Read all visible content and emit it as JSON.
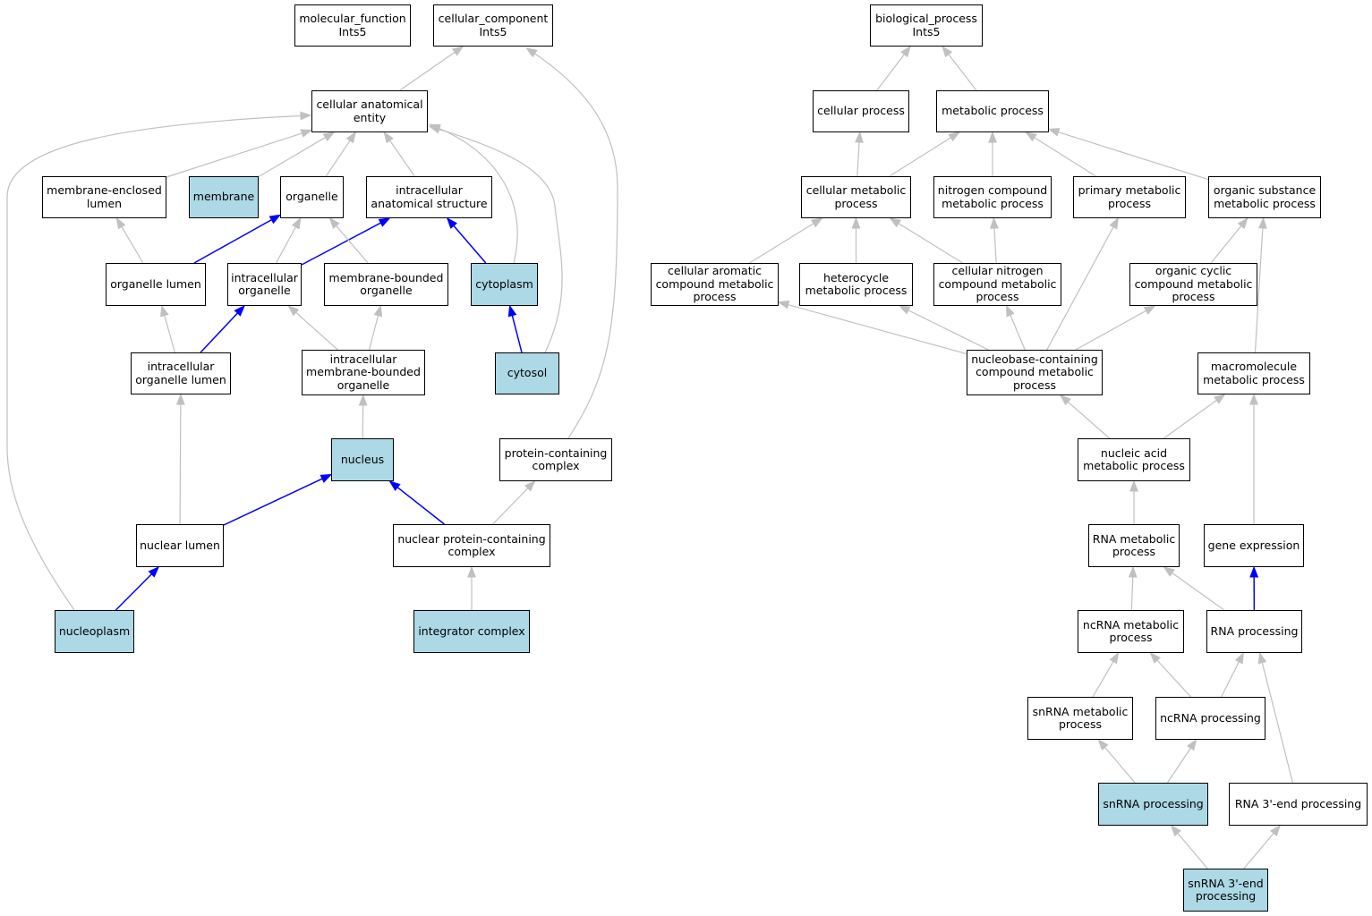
{
  "colors": {
    "highlight_fill": "#add8e6",
    "edge_gray": "#c0c0c0",
    "edge_blue": "#0000ff",
    "border": "#000000"
  },
  "nodes": {
    "molecular_function": [
      "molecular_function",
      "Ints5"
    ],
    "cellular_component": [
      "cellular_component",
      "Ints5"
    ],
    "biological_process": [
      "biological_process",
      "Ints5"
    ],
    "cellular_anatomical_entity": [
      "cellular anatomical",
      "entity"
    ],
    "membrane_enclosed_lumen": [
      "membrane-enclosed",
      "lumen"
    ],
    "membrane": [
      "membrane"
    ],
    "organelle": [
      "organelle"
    ],
    "intracellular_anatomical_structure": [
      "intracellular",
      "anatomical structure"
    ],
    "organelle_lumen": [
      "organelle lumen"
    ],
    "intracellular_organelle": [
      "intracellular",
      "organelle"
    ],
    "membrane_bounded_organelle": [
      "membrane-bounded",
      "organelle"
    ],
    "cytoplasm": [
      "cytoplasm"
    ],
    "intracellular_organelle_lumen": [
      "intracellular",
      "organelle lumen"
    ],
    "intracellular_membrane_bounded_organelle": [
      "intracellular",
      "membrane-bounded",
      "organelle"
    ],
    "cytosol": [
      "cytosol"
    ],
    "nucleus": [
      "nucleus"
    ],
    "protein_containing_complex": [
      "protein-containing",
      "complex"
    ],
    "nuclear_lumen": [
      "nuclear lumen"
    ],
    "nuclear_protein_containing_complex": [
      "nuclear protein-containing",
      "complex"
    ],
    "nucleoplasm": [
      "nucleoplasm"
    ],
    "integrator_complex": [
      "integrator complex"
    ],
    "cellular_process": [
      "cellular process"
    ],
    "metabolic_process": [
      "metabolic process"
    ],
    "cellular_metabolic_process": [
      "cellular metabolic",
      "process"
    ],
    "nitrogen_compound_metabolic_process": [
      "nitrogen compound",
      "metabolic process"
    ],
    "primary_metabolic_process": [
      "primary metabolic",
      "process"
    ],
    "organic_substance_metabolic_process": [
      "organic substance",
      "metabolic process"
    ],
    "cellular_aromatic_compound_metabolic_process": [
      "cellular aromatic",
      "compound metabolic",
      "process"
    ],
    "heterocycle_metabolic_process": [
      "heterocycle",
      "metabolic process"
    ],
    "cellular_nitrogen_compound_metabolic_process": [
      "cellular nitrogen",
      "compound metabolic",
      "process"
    ],
    "organic_cyclic_compound_metabolic_process": [
      "organic cyclic",
      "compound metabolic",
      "process"
    ],
    "nucleobase_containing_compound_metabolic_process": [
      "nucleobase-containing",
      "compound metabolic",
      "process"
    ],
    "macromolecule_metabolic_process": [
      "macromolecule",
      "metabolic process"
    ],
    "nucleic_acid_metabolic_process": [
      "nucleic acid",
      "metabolic process"
    ],
    "rna_metabolic_process": [
      "RNA metabolic",
      "process"
    ],
    "gene_expression": [
      "gene expression"
    ],
    "ncrna_metabolic_process": [
      "ncRNA metabolic",
      "process"
    ],
    "rna_processing": [
      "RNA processing"
    ],
    "snrna_metabolic_process": [
      "snRNA metabolic",
      "process"
    ],
    "ncrna_processing": [
      "ncRNA processing"
    ],
    "snrna_processing": [
      "snRNA processing"
    ],
    "rna_3_end_processing": [
      "RNA 3'-end processing"
    ],
    "snrna_3_end_processing": [
      "snRNA 3'-end",
      "processing"
    ]
  },
  "highlighted": [
    "membrane",
    "cytoplasm",
    "cytosol",
    "nucleus",
    "nucleoplasm",
    "integrator_complex",
    "snrna_processing",
    "snrna_3_end_processing"
  ],
  "edges": [
    [
      "cellular_anatomical_entity",
      "cellular_component",
      "gray"
    ],
    [
      "protein_containing_complex",
      "cellular_component",
      "gray"
    ],
    [
      "membrane_enclosed_lumen",
      "cellular_anatomical_entity",
      "gray"
    ],
    [
      "membrane",
      "cellular_anatomical_entity",
      "gray"
    ],
    [
      "organelle",
      "cellular_anatomical_entity",
      "gray"
    ],
    [
      "intracellular_anatomical_structure",
      "cellular_anatomical_entity",
      "gray"
    ],
    [
      "cytoplasm",
      "cellular_anatomical_entity",
      "gray"
    ],
    [
      "cytosol",
      "cellular_anatomical_entity",
      "gray"
    ],
    [
      "nucleoplasm",
      "cellular_anatomical_entity",
      "gray"
    ],
    [
      "organelle_lumen",
      "membrane_enclosed_lumen",
      "gray"
    ],
    [
      "organelle_lumen",
      "organelle",
      "blue"
    ],
    [
      "intracellular_organelle",
      "organelle",
      "gray"
    ],
    [
      "intracellular_organelle",
      "intracellular_anatomical_structure",
      "blue"
    ],
    [
      "membrane_bounded_organelle",
      "organelle",
      "gray"
    ],
    [
      "cytoplasm",
      "intracellular_anatomical_structure",
      "blue"
    ],
    [
      "intracellular_organelle_lumen",
      "organelle_lumen",
      "gray"
    ],
    [
      "intracellular_organelle_lumen",
      "intracellular_organelle",
      "blue"
    ],
    [
      "intracellular_membrane_bounded_organelle",
      "intracellular_organelle",
      "gray"
    ],
    [
      "intracellular_membrane_bounded_organelle",
      "membrane_bounded_organelle",
      "gray"
    ],
    [
      "cytosol",
      "cytoplasm",
      "blue"
    ],
    [
      "nucleus",
      "intracellular_membrane_bounded_organelle",
      "gray"
    ],
    [
      "nuclear_lumen",
      "intracellular_organelle_lumen",
      "gray"
    ],
    [
      "nuclear_lumen",
      "nucleus",
      "blue"
    ],
    [
      "nuclear_protein_containing_complex",
      "nucleus",
      "blue"
    ],
    [
      "nuclear_protein_containing_complex",
      "protein_containing_complex",
      "gray"
    ],
    [
      "nucleoplasm",
      "nuclear_lumen",
      "blue"
    ],
    [
      "integrator_complex",
      "nuclear_protein_containing_complex",
      "gray"
    ],
    [
      "cellular_process",
      "biological_process",
      "gray"
    ],
    [
      "metabolic_process",
      "biological_process",
      "gray"
    ],
    [
      "cellular_metabolic_process",
      "cellular_process",
      "gray"
    ],
    [
      "cellular_metabolic_process",
      "metabolic_process",
      "gray"
    ],
    [
      "nitrogen_compound_metabolic_process",
      "metabolic_process",
      "gray"
    ],
    [
      "primary_metabolic_process",
      "metabolic_process",
      "gray"
    ],
    [
      "organic_substance_metabolic_process",
      "metabolic_process",
      "gray"
    ],
    [
      "cellular_aromatic_compound_metabolic_process",
      "cellular_metabolic_process",
      "gray"
    ],
    [
      "heterocycle_metabolic_process",
      "cellular_metabolic_process",
      "gray"
    ],
    [
      "cellular_nitrogen_compound_metabolic_process",
      "cellular_metabolic_process",
      "gray"
    ],
    [
      "cellular_nitrogen_compound_metabolic_process",
      "nitrogen_compound_metabolic_process",
      "gray"
    ],
    [
      "organic_cyclic_compound_metabolic_process",
      "organic_substance_metabolic_process",
      "gray"
    ],
    [
      "nucleobase_containing_compound_metabolic_process",
      "cellular_aromatic_compound_metabolic_process",
      "gray"
    ],
    [
      "nucleobase_containing_compound_metabolic_process",
      "heterocycle_metabolic_process",
      "gray"
    ],
    [
      "nucleobase_containing_compound_metabolic_process",
      "cellular_nitrogen_compound_metabolic_process",
      "gray"
    ],
    [
      "nucleobase_containing_compound_metabolic_process",
      "primary_metabolic_process",
      "gray"
    ],
    [
      "nucleobase_containing_compound_metabolic_process",
      "organic_cyclic_compound_metabolic_process",
      "gray"
    ],
    [
      "macromolecule_metabolic_process",
      "organic_substance_metabolic_process",
      "gray"
    ],
    [
      "nucleic_acid_metabolic_process",
      "nucleobase_containing_compound_metabolic_process",
      "gray"
    ],
    [
      "nucleic_acid_metabolic_process",
      "macromolecule_metabolic_process",
      "gray"
    ],
    [
      "rna_metabolic_process",
      "nucleic_acid_metabolic_process",
      "gray"
    ],
    [
      "gene_expression",
      "macromolecule_metabolic_process",
      "gray"
    ],
    [
      "ncrna_metabolic_process",
      "rna_metabolic_process",
      "gray"
    ],
    [
      "rna_processing",
      "rna_metabolic_process",
      "gray"
    ],
    [
      "rna_processing",
      "gene_expression",
      "blue"
    ],
    [
      "snrna_metabolic_process",
      "ncrna_metabolic_process",
      "gray"
    ],
    [
      "ncrna_processing",
      "ncrna_metabolic_process",
      "gray"
    ],
    [
      "ncrna_processing",
      "rna_processing",
      "gray"
    ],
    [
      "snrna_processing",
      "snrna_metabolic_process",
      "gray"
    ],
    [
      "snrna_processing",
      "ncrna_processing",
      "gray"
    ],
    [
      "rna_3_end_processing",
      "rna_processing",
      "gray"
    ],
    [
      "snrna_3_end_processing",
      "snrna_processing",
      "gray"
    ],
    [
      "snrna_3_end_processing",
      "rna_3_end_processing",
      "gray"
    ]
  ]
}
